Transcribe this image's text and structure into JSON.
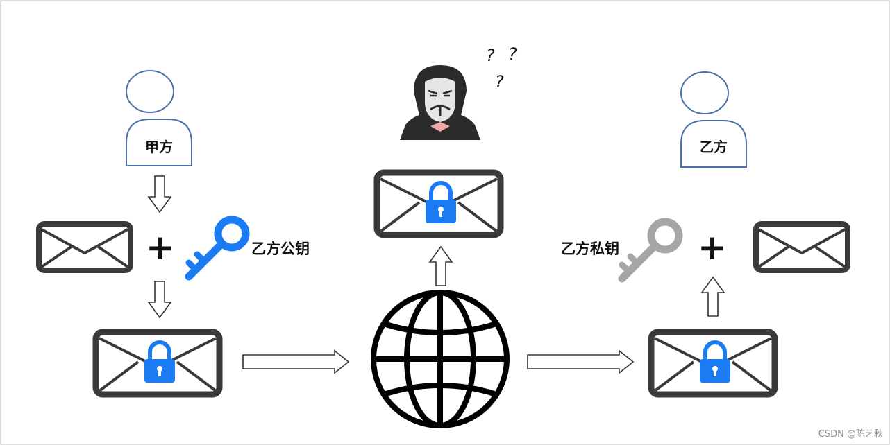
{
  "colors": {
    "person_stroke": "#4a6fa8",
    "envelope_stroke": "#3a3a3a",
    "lock_blue": "#1a7bf2",
    "public_key_blue": "#1a7bf2",
    "private_key_gray": "#a6a6a6",
    "arrow_stroke": "#333333",
    "hacker_dark": "#2b2b2b"
  },
  "sender": {
    "label": "甲方"
  },
  "receiver": {
    "label": "乙方"
  },
  "public_key": {
    "label": "乙方公钥",
    "icon": "key-icon"
  },
  "private_key": {
    "label": "乙方私钥",
    "icon": "key-icon"
  },
  "operators": {
    "plus": "+"
  },
  "eavesdropper": {
    "icon": "hacker-icon",
    "marks": [
      "?",
      "?",
      "?"
    ]
  },
  "network": {
    "icon": "globe-icon"
  },
  "watermark": "CSDN @陈艺秋"
}
